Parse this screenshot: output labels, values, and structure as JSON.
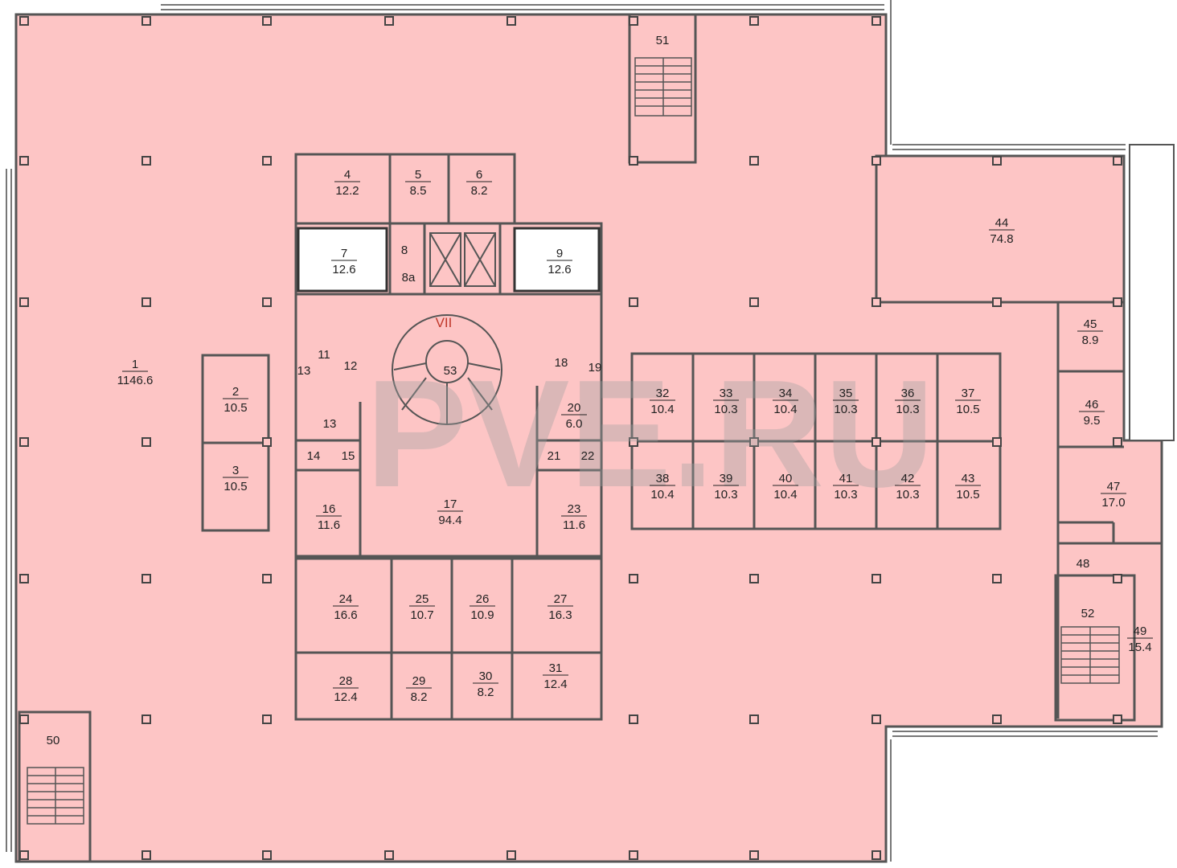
{
  "watermark": "PVE.RU",
  "section_label": "VII",
  "colors": {
    "floor": "#fdc5c5",
    "wall": "#555555",
    "white": "#ffffff"
  },
  "rooms": [
    {
      "id": "1",
      "area": "1146.6"
    },
    {
      "id": "2",
      "area": "10.5"
    },
    {
      "id": "3",
      "area": "10.5"
    },
    {
      "id": "4",
      "area": "12.2"
    },
    {
      "id": "5",
      "area": "8.5"
    },
    {
      "id": "6",
      "area": "8.2"
    },
    {
      "id": "7",
      "area": "12.6"
    },
    {
      "id": "8",
      "area": ""
    },
    {
      "id": "8a",
      "area": ""
    },
    {
      "id": "9",
      "area": "12.6"
    },
    {
      "id": "11",
      "area": ""
    },
    {
      "id": "12",
      "area": ""
    },
    {
      "id": "13",
      "area": ""
    },
    {
      "id": "13",
      "area": ""
    },
    {
      "id": "14",
      "area": ""
    },
    {
      "id": "15",
      "area": ""
    },
    {
      "id": "16",
      "area": "11.6"
    },
    {
      "id": "17",
      "area": "94.4"
    },
    {
      "id": "18",
      "area": ""
    },
    {
      "id": "19",
      "area": ""
    },
    {
      "id": "20",
      "area": "6.0"
    },
    {
      "id": "21",
      "area": ""
    },
    {
      "id": "22",
      "area": ""
    },
    {
      "id": "23",
      "area": "11.6"
    },
    {
      "id": "24",
      "area": "16.6"
    },
    {
      "id": "25",
      "area": "10.7"
    },
    {
      "id": "26",
      "area": "10.9"
    },
    {
      "id": "27",
      "area": "16.3"
    },
    {
      "id": "28",
      "area": "12.4"
    },
    {
      "id": "29",
      "area": "8.2"
    },
    {
      "id": "30",
      "area": "8.2"
    },
    {
      "id": "31",
      "area": "12.4"
    },
    {
      "id": "32",
      "area": "10.4"
    },
    {
      "id": "33",
      "area": "10.3"
    },
    {
      "id": "34",
      "area": "10.4"
    },
    {
      "id": "35",
      "area": "10.3"
    },
    {
      "id": "36",
      "area": "10.3"
    },
    {
      "id": "37",
      "area": "10.5"
    },
    {
      "id": "38",
      "area": "10.4"
    },
    {
      "id": "39",
      "area": "10.3"
    },
    {
      "id": "40",
      "area": "10.4"
    },
    {
      "id": "41",
      "area": "10.3"
    },
    {
      "id": "42",
      "area": "10.3"
    },
    {
      "id": "43",
      "area": "10.5"
    },
    {
      "id": "44",
      "area": "74.8"
    },
    {
      "id": "45",
      "area": "8.9"
    },
    {
      "id": "46",
      "area": "9.5"
    },
    {
      "id": "47",
      "area": "17.0"
    },
    {
      "id": "48",
      "area": ""
    },
    {
      "id": "49",
      "area": "15.4"
    },
    {
      "id": "50",
      "area": ""
    },
    {
      "id": "51",
      "area": ""
    },
    {
      "id": "52",
      "area": ""
    },
    {
      "id": "53",
      "area": ""
    }
  ]
}
